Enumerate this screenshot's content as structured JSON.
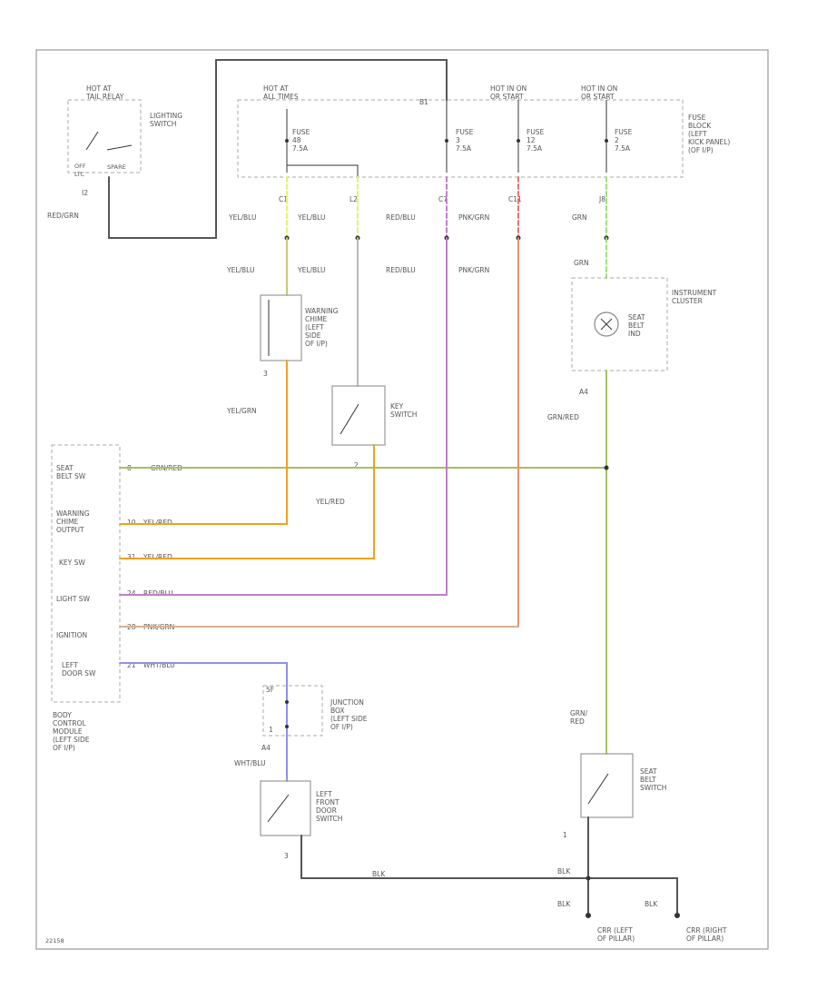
{
  "colors": {
    "gry": "#9a9a9a",
    "grn_red": "#a6c060",
    "grn": "#9ee07a",
    "yel_blu": "#e6f26e",
    "yel_blu_light": "#c8c878",
    "yel_grn": "#f0a020",
    "yel_red": "#f0a020",
    "red_blu": "#c080c8",
    "pnk_grn": "#e89070",
    "pnk_grn_tan": "#d8b090",
    "wht_blu": "#9090e8",
    "blk": "#555555"
  },
  "labels": {
    "hot_tail": "HOT AT\nTAIL RELAY",
    "lighting_switch": "LIGHTING\nSWITCH",
    "off": "OFF",
    "ltc": "LTC",
    "spare": "SPARE",
    "i2": "I2",
    "red_grn": "RED/GRN",
    "hot_all": "HOT AT\nALL TIMES",
    "b1": "B1",
    "hot_start_1": "HOT IN ON\nOR START",
    "hot_start_2": "HOT IN ON\nOR START",
    "fuse_block": "FUSE\nBLOCK\n(LEFT\nKICK PANEL)\n(OF I/P)",
    "fuse_48": "FUSE\n48\n7.5A",
    "fuse_3": "FUSE\n3\n7.5A",
    "fuse_12": "FUSE\n12\n7.5A",
    "fuse_2": "FUSE\n2\n7.5A",
    "c1_a": "C1",
    "l2": "L2",
    "c7": "C7",
    "c11": "C11",
    "j8": "J8",
    "yel_blu_1": "YEL/BLU",
    "yel_blu_2": "YEL/BLU",
    "red_blu_1": "RED/BLU",
    "pnk_grn_1": "PNK/GRN",
    "grn_1": "GRN",
    "yel_blu_3": "YEL/BLU",
    "yel_blu_4": "YEL/BLU",
    "red_blu_2": "RED/BLU",
    "pnk_grn_2": "PNK/GRN",
    "grn_2": "GRN",
    "warning_chime": "WARNING\nCHIME\n(LEFT\nSIDE\nOF I/P)",
    "chime_pin": "3",
    "instrument_cluster": "INSTRUMENT\nCLUSTER",
    "seat_belt_ind": "SEAT\nBELT\nIND",
    "a4_cluster": "A4",
    "grn_red_1": "GRN/RED",
    "yel_grn": "YEL/GRN",
    "key_switch": "KEY\nSWITCH",
    "key_pin": "2",
    "seat_belt_sw": "SEAT\nBELT SW",
    "warning_chime_output": "WARNING\nCHIME\nOUTPUT",
    "key_sw": "KEY SW",
    "light_sw": "LIGHT SW",
    "ignition": "IGNITION",
    "left_door_sw": "LEFT\nDOOR SW",
    "pin_8": "8",
    "grn_red_2": "GRN/RED",
    "pin_10": "10",
    "yel_red_1": "YEL/RED",
    "pin_31": "31",
    "yel_red_2": "YEL/RED",
    "pin_24": "24",
    "red_blu_3": "RED/BLU",
    "pin_28": "28",
    "pnk_grn_3": "PNK/GRN",
    "pin_21": "21",
    "wht_blu_1": "WHT/BLU",
    "yel_red_mid": "YEL/RED",
    "bcm": "BODY\nCONTROL\nMODULE\n(LEFT SIDE\nOF I/P)",
    "junction_box": "JUNCTION\nBOX\n(LEFT SIDE\nOF I/P)",
    "jb_top": "5F",
    "jb_bottom": "1",
    "a4_wht": "A4",
    "wht_blu_2": "WHT/BLU",
    "left_front_door": "LEFT\nFRONT\nDOOR\nSWITCH",
    "door_pin": "3",
    "grn_red_bottom": "GRN/\nRED",
    "seat_belt_switch": "SEAT\nBELT\nSWITCH",
    "sbs_pin": "1",
    "blk_mid": "BLK",
    "blk_right_top": "BLK",
    "blk_left": "BLK",
    "blk_right": "BLK",
    "gnd_left": "CRR (LEFT\nOF PILLAR)",
    "gnd_right": "CRR (RIGHT\nOF PILLAR)",
    "fig_id": "22158"
  }
}
